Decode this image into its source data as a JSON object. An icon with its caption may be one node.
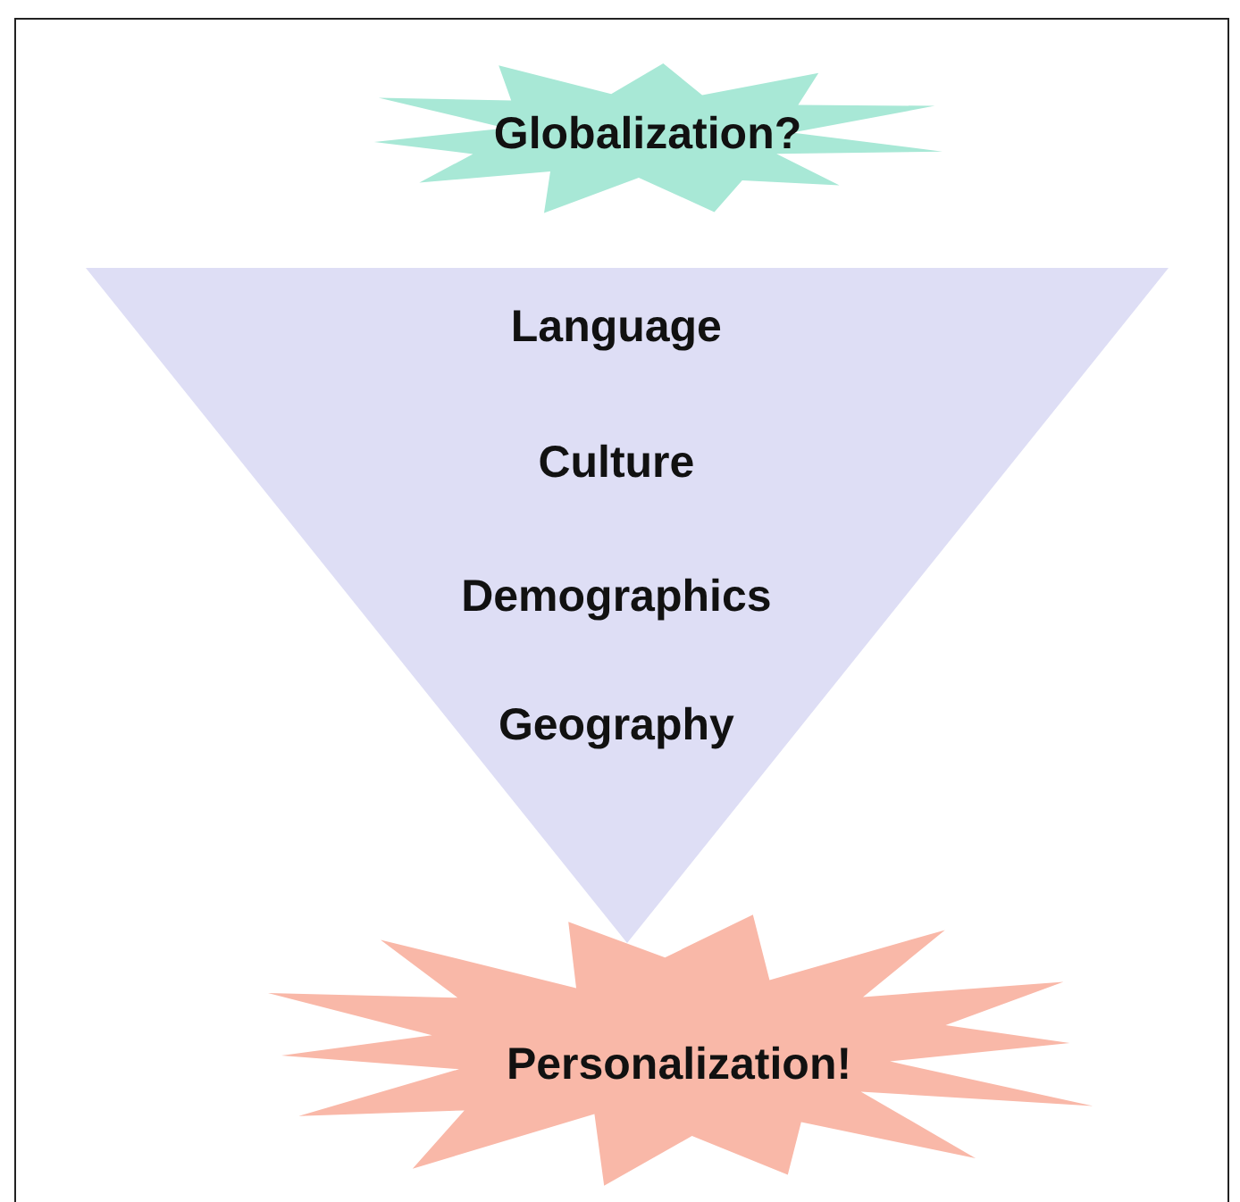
{
  "diagram": {
    "nodes": [
      {
        "text": [
          "Globalization?"
        ]
      },
      {
        "text": [
          "Language",
          "Culture",
          "Demographics",
          "Geography"
        ]
      },
      {
        "text": [
          "Personalization!"
        ]
      }
    ]
  }
}
